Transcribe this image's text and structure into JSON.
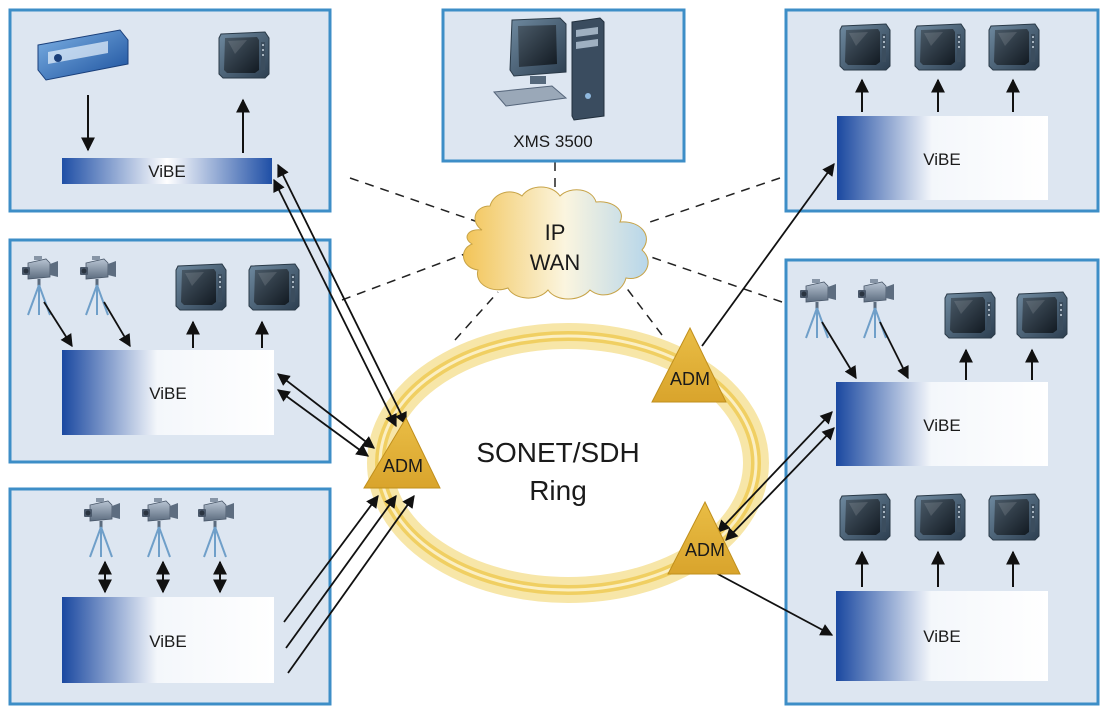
{
  "colors": {
    "panel_fill": "#dde6f1",
    "panel_border": "#3d8ec7",
    "vibe_dark": "#1f4fa6",
    "vibe_light": "#ffffff",
    "ring": "#f3d77a",
    "adm": "#e3b238",
    "cloud_left": "#f2c457",
    "cloud_right": "#b7d6ea"
  },
  "icons": {
    "monitor": "monitor-icon",
    "camera": "video-camera-icon",
    "recorder": "vcr-icon",
    "workstation": "workstation-icon",
    "cloud": "cloud-icon",
    "adm": "adm-triangle-icon"
  },
  "server": {
    "label": "XMS 3500"
  },
  "cloud": {
    "line1": "IP",
    "line2": "WAN"
  },
  "ring": {
    "line1": "SONET/SDH",
    "line2": "Ring"
  },
  "adm_label": "ADM",
  "vibe_label": "ViBE"
}
